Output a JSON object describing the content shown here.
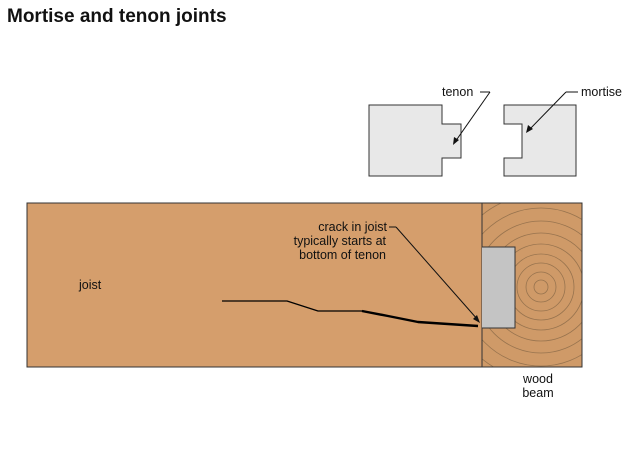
{
  "title": "Mortise and tenon joints",
  "labels": {
    "tenon": "tenon",
    "mortise": "mortise",
    "crack_line1": "crack in joist",
    "crack_line2": "typically starts at",
    "crack_line3": "bottom of tenon",
    "joist": "joist",
    "beam_line1": "wood",
    "beam_line2": "beam"
  },
  "colors": {
    "joist_fill": "#d59e6c",
    "beam_fill": "#cf9a68",
    "tenon_fill": "#c4c4c4",
    "inset_fill": "#e8e8e8",
    "outline": "#333333",
    "crack": "#000000"
  }
}
